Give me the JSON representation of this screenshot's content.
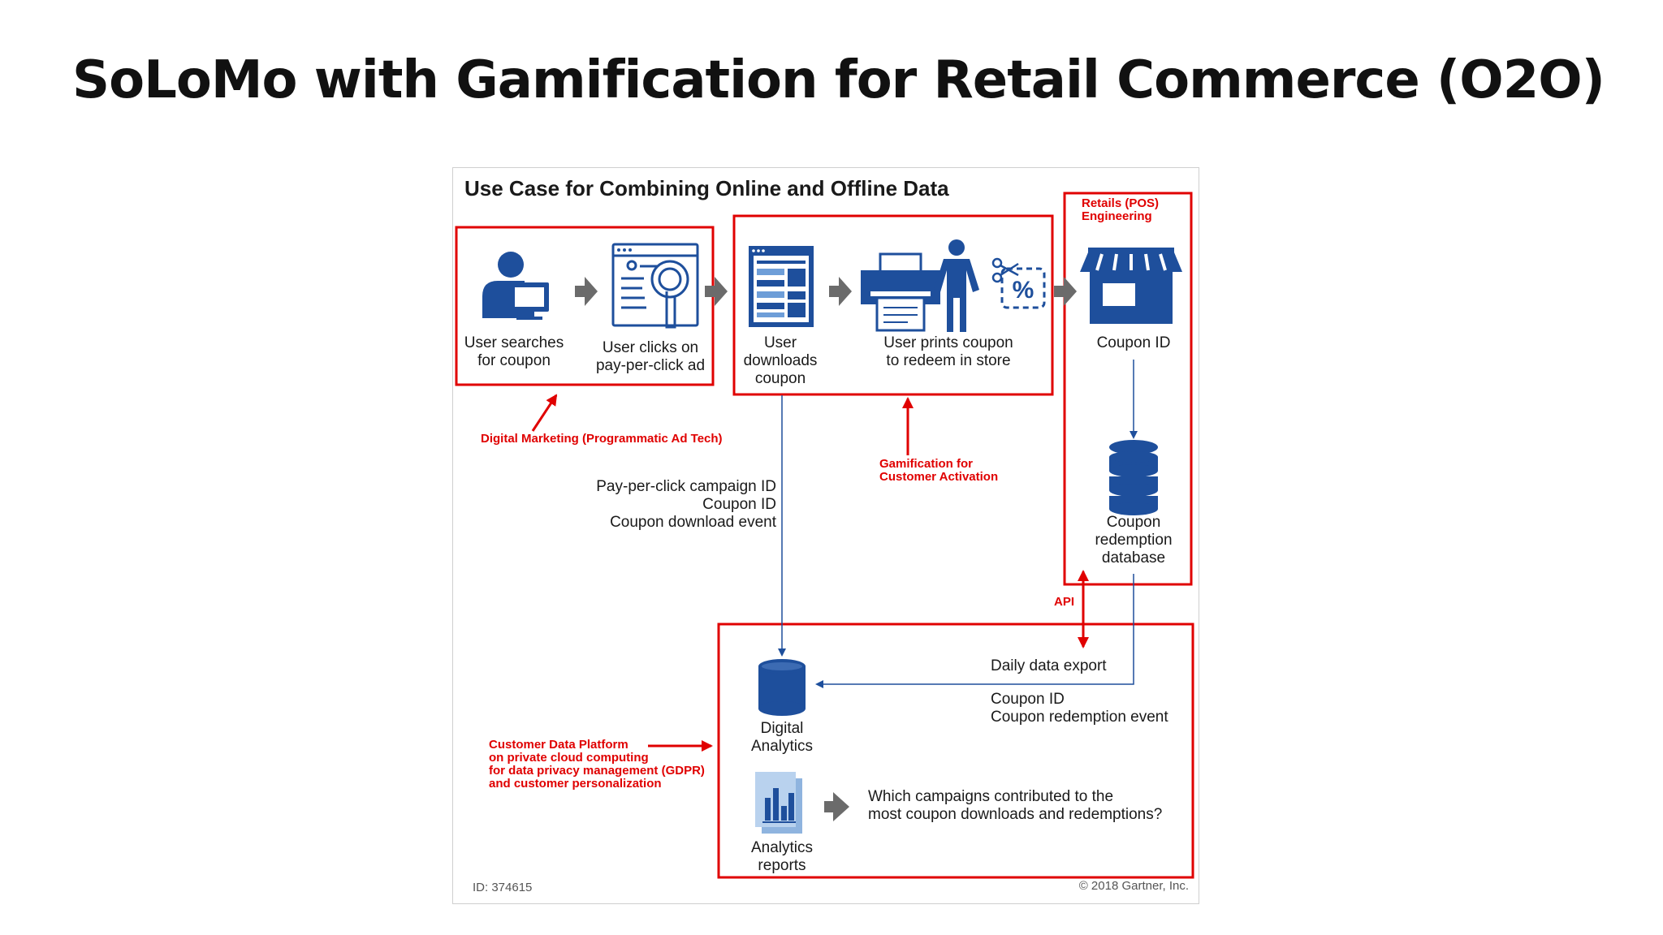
{
  "slide": {
    "title": "SoLoMo with Gamification for Retail Commerce (O2O)"
  },
  "figure": {
    "title": "Use Case for Combining Online and Offline Data",
    "steps": {
      "search": [
        "User searches",
        "for coupon"
      ],
      "click": [
        "User clicks on",
        "pay-per-click ad"
      ],
      "download": [
        "User",
        "downloads",
        "coupon"
      ],
      "print": [
        "User prints coupon",
        "to redeem in store"
      ],
      "coupon_id": "Coupon ID",
      "db": [
        "Coupon",
        "redemption",
        "database"
      ],
      "analytics": [
        "Digital",
        "Analytics"
      ],
      "reports": [
        "Analytics",
        "reports"
      ]
    },
    "flow_labels": {
      "online_data": [
        "Pay-per-click campaign ID",
        "Coupon ID",
        "Coupon download event"
      ],
      "daily_export": "Daily data export",
      "export_fields": [
        "Coupon ID",
        "Coupon redemption event"
      ],
      "question": [
        "Which campaigns contributed to the",
        "most coupon downloads and redemptions?"
      ]
    },
    "annotations": {
      "retail": [
        "Retails (POS)",
        "Engineering"
      ],
      "digital_marketing": "Digital Marketing (Programmatic Ad Tech)",
      "gamification": [
        "Gamification for",
        "Customer Activation"
      ],
      "api": "API",
      "cdp": [
        "Customer Data Platform",
        "on private cloud computing",
        "for data privacy management (GDPR)",
        "and customer personalization"
      ]
    },
    "footer": {
      "id": "ID: 374615",
      "copyright": "© 2018 Gartner, Inc."
    }
  },
  "colors": {
    "icon_blue": "#1e4f9c",
    "annotation_red": "#e00000",
    "arrow_gray": "#6b6b6b"
  }
}
